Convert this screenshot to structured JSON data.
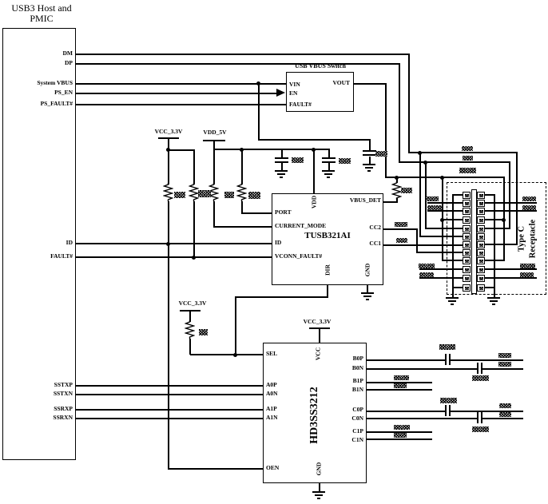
{
  "host": {
    "title1": "USB3 Host and",
    "title2": "PMIC",
    "pins": {
      "dm": "DM",
      "dp": "DP",
      "system_vbus": "System VBUS",
      "ps_en": "PS_EN",
      "ps_fault": "PS_FAULT#",
      "id": "ID",
      "fault": "FAULT#",
      "sstxp": "SSTXP",
      "sstxn": "SSTXN",
      "ssrxp": "SSRXP",
      "ssrxn": "SSRXN"
    }
  },
  "vbus_switch": {
    "title": "USB VBUS Switch",
    "pins": {
      "vin": "VIN",
      "en": "EN",
      "fault": "FAULT#",
      "vout": "VOUT"
    }
  },
  "tusb": {
    "name": "TUSB321AI",
    "pins": {
      "port": "PORT",
      "current_mode": "CURRENT_MODE",
      "id": "ID",
      "vconn_fault": "VCONN_FAULT#",
      "vdd": "VDD",
      "vbus_det": "VBUS_DET",
      "cc2": "CC2",
      "cc1": "CC1",
      "dir": "DIR",
      "gnd": "GND"
    }
  },
  "mux": {
    "name": "HD3SS3212",
    "pins": {
      "sel": "SEL",
      "a0p": "A0P",
      "a0n": "A0N",
      "a1p": "A1P",
      "a1n": "A1N",
      "oen": "OEN",
      "vcc": "VCC",
      "gnd": "GND",
      "b0p": "B0P",
      "b0n": "B0N",
      "b1p": "B1P",
      "b1n": "B1N",
      "c0p": "C0P",
      "c0n": "C0N",
      "c1p": "C1P",
      "c1n": "C1N"
    }
  },
  "receptacle": {
    "label1": "Type C",
    "label2": "Receptacle"
  },
  "power": {
    "vcc33": "VCC_3.3V",
    "vdd5": "VDD_5V"
  },
  "colors": {
    "line": "#000000",
    "background": "#ffffff"
  }
}
